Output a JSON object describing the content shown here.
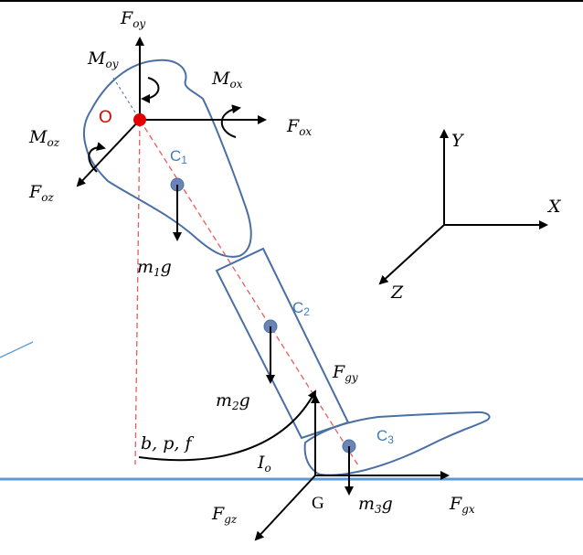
{
  "colors": {
    "outline": "#4a6fa5",
    "ground": "#5b9bd5",
    "dashed": "#e85c5c",
    "origin": "#e30000",
    "com_fill": "#6b84b8",
    "com_label": "#3f7cc0",
    "arrow": "#000000"
  },
  "labels": {
    "origin": "O",
    "coords": {
      "x": "X",
      "y": "Y",
      "z": "Z"
    },
    "joint": {
      "f_oy": {
        "main": "F",
        "sub": "oy"
      },
      "m_oy": {
        "main": "M",
        "sub": "oy"
      },
      "m_ox": {
        "main": "M",
        "sub": "ox"
      },
      "f_ox": {
        "main": "F",
        "sub": "ox"
      },
      "m_oz": {
        "main": "M",
        "sub": "oz"
      },
      "f_oz": {
        "main": "F",
        "sub": "oz"
      }
    },
    "com": {
      "c1": {
        "main": "C",
        "sub": "1"
      },
      "c2": {
        "main": "C",
        "sub": "2"
      },
      "c3": {
        "main": "C",
        "sub": "3"
      }
    },
    "weights": {
      "m1g": {
        "m": "m",
        "n": "1",
        "g": "g"
      },
      "m2g": {
        "m": "m",
        "n": "2",
        "g": "g"
      },
      "m3g": {
        "m": "m",
        "n": "3",
        "g": "g"
      }
    },
    "ground": {
      "f_gy": {
        "main": "F",
        "sub": "gy"
      },
      "f_gx": {
        "main": "F",
        "sub": "gx"
      },
      "f_gz": {
        "main": "F",
        "sub": "gz"
      },
      "point": "G"
    },
    "params": "b, p, f",
    "inertia": {
      "main": "I",
      "sub": "o"
    }
  },
  "icons": [
    "origin-dot",
    "com-marker",
    "force-arrow",
    "moment-arrow",
    "coordinate-axes"
  ]
}
